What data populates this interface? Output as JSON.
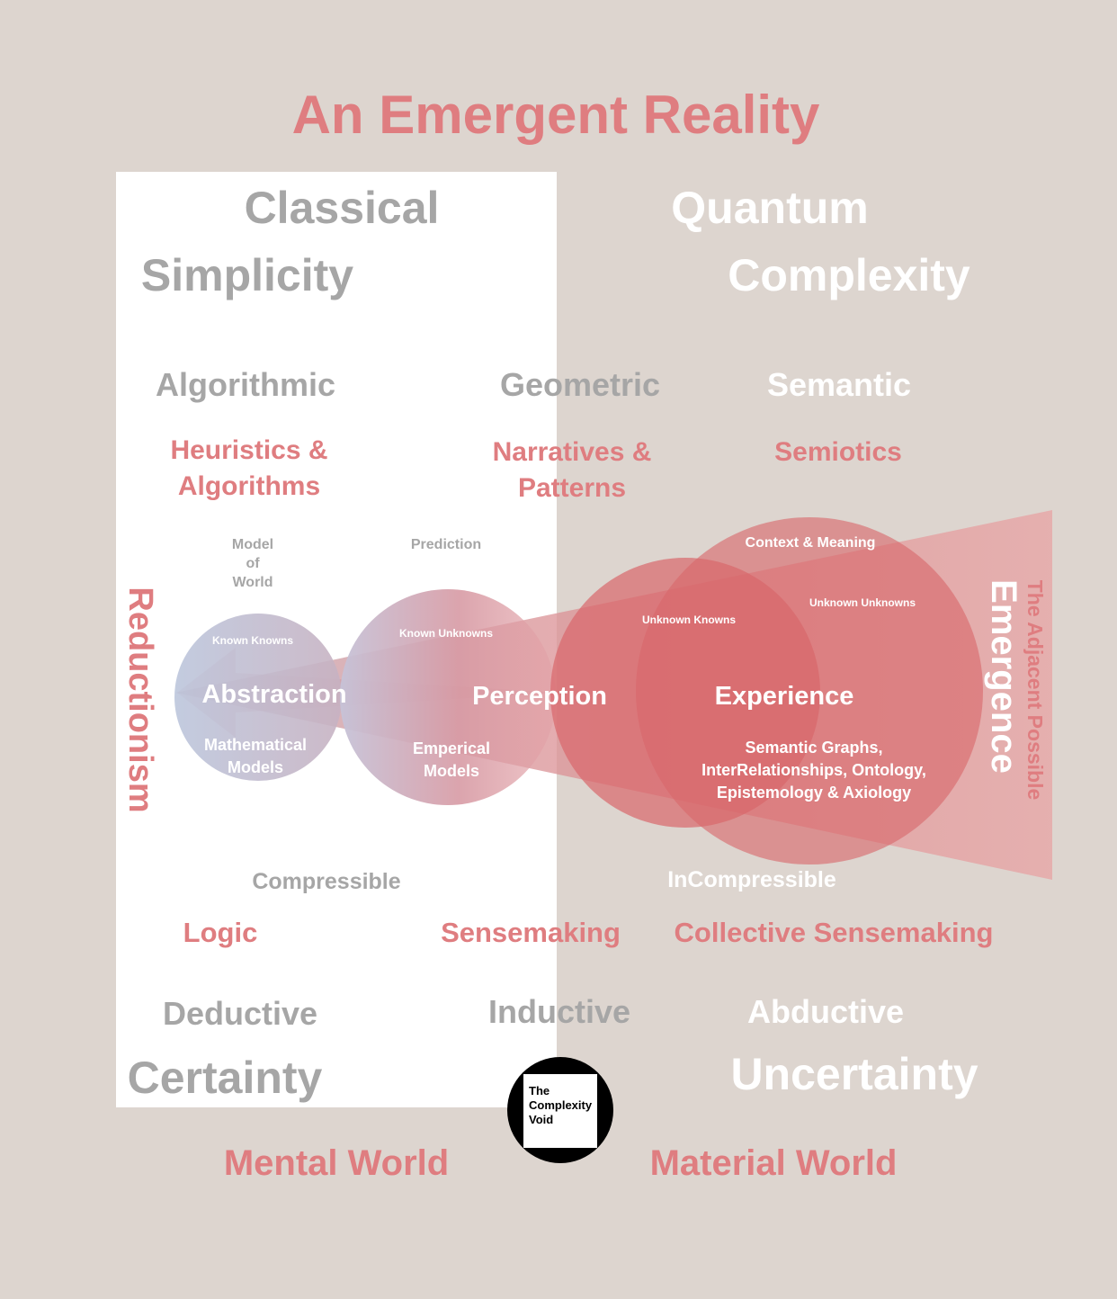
{
  "title": "An Emergent Reality",
  "left_header": {
    "top": "Classical",
    "bottom": "Simplicity"
  },
  "right_header": {
    "top": "Quantum",
    "bottom": "Complexity"
  },
  "modes": {
    "left": "Algorithmic",
    "middle": "Geometric",
    "right": "Semantic"
  },
  "tools": {
    "left": [
      "Heuristics &",
      "Algorithms"
    ],
    "middle": [
      "Narratives &",
      "Patterns"
    ],
    "right": "Semiotics"
  },
  "side_labels": {
    "left": "Reductionism",
    "right_outer": "The Adjacent Possible",
    "right_inner": "Emergence"
  },
  "small_labels": {
    "model_of_world": [
      "Model",
      "of",
      "World"
    ],
    "prediction": "Prediction",
    "context_meaning": "Context & Meaning",
    "known_knowns": "Known Knowns",
    "known_unknowns": "Known Unknowns",
    "unknown_knowns": "Unknown Knowns",
    "unknown_unknowns": "Unknown Unknowns"
  },
  "circles": {
    "abstraction": {
      "label": "Abstraction",
      "sub": [
        "Mathematical",
        "Models"
      ]
    },
    "perception": {
      "label": "Perception",
      "sub": [
        "Emperical",
        "Models"
      ]
    },
    "experience": {
      "label": "Experience",
      "sub": [
        "Semantic Graphs,",
        "InterRelationships, Ontology,",
        "Epistemology & Axiology"
      ]
    }
  },
  "compress": {
    "left": "Compressible",
    "right": "InCompressible"
  },
  "sensemaking": {
    "left": "Logic",
    "middle": "Sensemaking",
    "right": "Collective Sensemaking"
  },
  "reasoning": {
    "left": "Deductive",
    "middle": "Inductive",
    "right": "Abductive"
  },
  "certainty": {
    "left": "Certainty",
    "right": "Uncertainty"
  },
  "worlds": {
    "left": "Mental World",
    "right": "Material World"
  },
  "logo": [
    "The",
    "Complexity",
    "Void"
  ],
  "colors": {
    "background": "#ddd5cf",
    "panel": "#ffffff",
    "red": "#d9777b",
    "grey": "#a6a6a6",
    "white": "#ffffff",
    "blue": "#c4c9dc"
  }
}
